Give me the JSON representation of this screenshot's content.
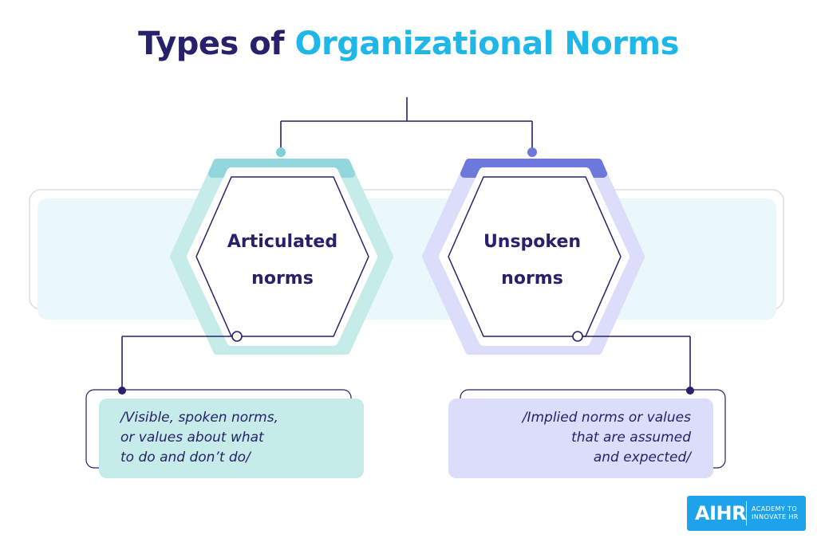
{
  "title": {
    "part1": "Types of",
    "part2": "Organizational Norms"
  },
  "types": [
    {
      "label_line1": "Articulated",
      "label_line2": "norms",
      "desc_lines": [
        "/Visible, spoken norms,",
        "or values about what",
        "to do and don’t do/"
      ]
    },
    {
      "label_line1": "Unspoken",
      "label_line2": "norms",
      "desc_lines": [
        "/Implied norms or values",
        "that are assumed",
        "and expected/"
      ]
    }
  ],
  "logo": {
    "mark": "AIHR",
    "tag_line1": "ACADEMY TO",
    "tag_line2": "INNOVATE HR"
  },
  "colors": {
    "navy": "#27206b",
    "title_accent": "#1fb6e8",
    "teal_light": "#c5ece8",
    "teal_accent": "#92d7dd",
    "lavender_light": "#dcdcfb",
    "lavender_accent": "#6d78dc",
    "band": "#eaf8fc",
    "logo": "#1ea3ea"
  }
}
